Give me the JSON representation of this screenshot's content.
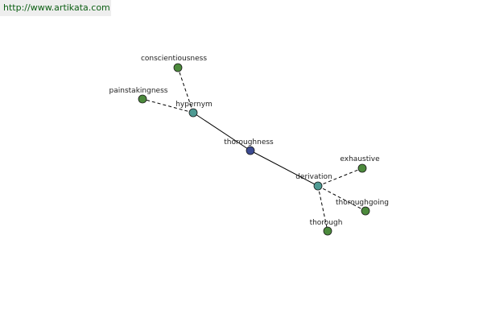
{
  "header": {
    "url": "http://www.artikata.com"
  },
  "colors": {
    "center": "#3b4a91",
    "relation": "#4e9a93",
    "word": "#4c8a3c",
    "edge": "#000000",
    "url_bg": "#eeeeee",
    "url_text": "#0b5e12"
  },
  "graph": {
    "center": {
      "id": "thoroughness",
      "label": "thoroughness"
    },
    "relations": [
      {
        "id": "hypernym",
        "label": "hypernym",
        "words": [
          {
            "id": "conscientiousness",
            "label": "conscientiousness"
          },
          {
            "id": "painstakingness",
            "label": "painstakingness"
          }
        ]
      },
      {
        "id": "derivation",
        "label": "derivation",
        "words": [
          {
            "id": "exhaustive",
            "label": "exhaustive"
          },
          {
            "id": "thoroughgoing",
            "label": "thoroughgoing"
          },
          {
            "id": "thorough",
            "label": "thorough"
          }
        ]
      }
    ]
  }
}
